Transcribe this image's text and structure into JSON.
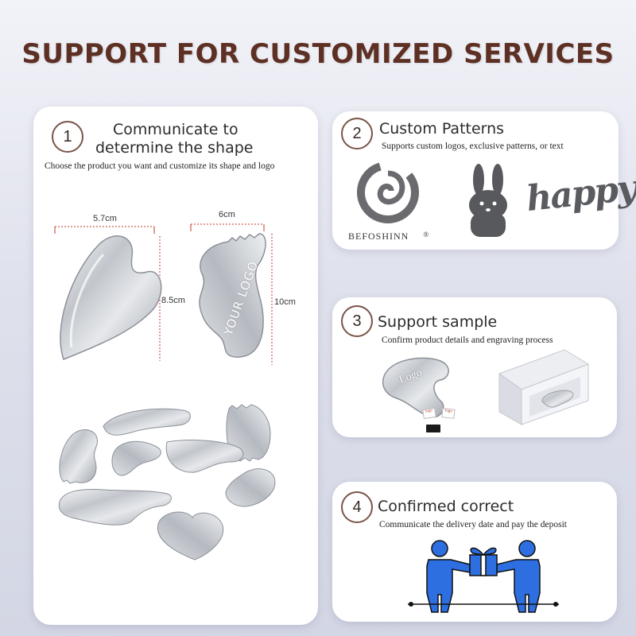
{
  "header": {
    "title": "SUPPORT FOR CUSTOMIZED SERVICES"
  },
  "left_card": {
    "step_number": "1",
    "heading_line1": "Communicate to",
    "heading_line2": "determine the shape",
    "subtitle": "Choose the product you want and customize its shape and logo",
    "dimensions": {
      "heart_width": "5.7cm",
      "heart_height": "8.5cm",
      "wave_width": "6cm",
      "wave_height": "10cm"
    },
    "engraving_text": "YOUR LOGO"
  },
  "cards": [
    {
      "step_number": "2",
      "heading": "Custom Patterns",
      "subtitle": "Supports custom logos, exclusive patterns, or text",
      "brand_name": "BEFOSHINN",
      "brand_mark": "®",
      "happy_text": "happy"
    },
    {
      "step_number": "3",
      "heading": "Support sample",
      "subtitle": "Confirm product details and engraving process",
      "sample_logo": "Logo",
      "card_label": "logo"
    },
    {
      "step_number": "4",
      "heading": "Confirmed correct",
      "subtitle": "Communicate the delivery date and pay the deposit"
    }
  ],
  "colors": {
    "title": "#5e3024",
    "delivery_blue": "#2d6fe0",
    "steel": "#c4c8ce"
  }
}
